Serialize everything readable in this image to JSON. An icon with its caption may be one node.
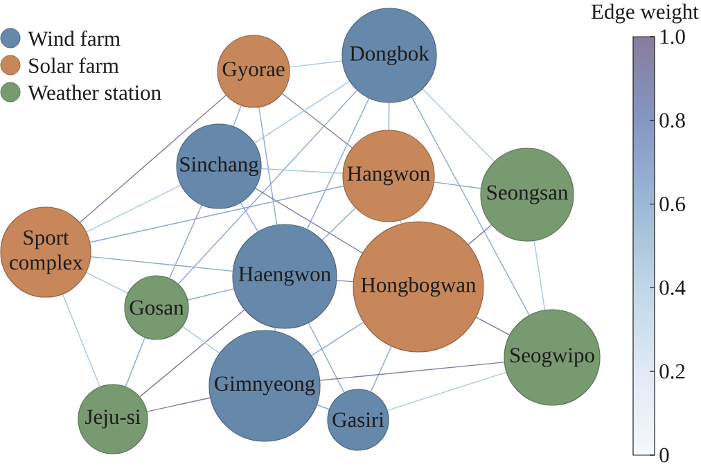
{
  "diagram": {
    "nodes": [
      {
        "text": [
          "Gyorae"
        ]
      },
      {
        "text": [
          "Dongbok"
        ]
      },
      {
        "text": [
          "Sinchang"
        ]
      },
      {
        "text": [
          "Hangwon"
        ]
      },
      {
        "text": [
          "Seongsan"
        ]
      },
      {
        "text": [
          "Sport complex"
        ]
      },
      {
        "text": [
          "Haengwon"
        ]
      },
      {
        "text": [
          "Hongbogwan"
        ]
      },
      {
        "text": [
          "Gosan"
        ]
      },
      {
        "text": [
          "Seogwipo"
        ]
      },
      {
        "text": [
          "Gimnyeong"
        ]
      },
      {
        "text": [
          "Gasiri"
        ]
      },
      {
        "text": [
          "Jeju-si"
        ]
      }
    ],
    "edges": [
      {
        "from": 0,
        "to": 1,
        "arrow": "none"
      },
      {
        "from": 0,
        "to": 2,
        "arrow": "none",
        "color": "#8ba6cf"
      },
      {
        "from": 0,
        "to": 3,
        "arrow": "none",
        "color": "#7f7aa5"
      },
      {
        "from": 0,
        "to": 5,
        "arrow": "none",
        "color": "#7f7aa5"
      },
      {
        "from": 0,
        "to": 6,
        "arrow": "none",
        "color": "#8ba6cf"
      },
      {
        "from": 1,
        "to": 2,
        "arrow": "none"
      },
      {
        "from": 1,
        "to": 3,
        "arrow": "none",
        "color": "#8ba6cf"
      },
      {
        "from": 1,
        "to": 4,
        "arrow": "none"
      },
      {
        "from": 1,
        "to": 6,
        "arrow": "none",
        "color": "#8ba6cf"
      },
      {
        "from": 1,
        "to": 8,
        "arrow": "none",
        "color": "#8ba6cf"
      },
      {
        "from": 1,
        "to": 9,
        "arrow": "none",
        "color": "#8ba6cf"
      },
      {
        "from": 2,
        "to": 3,
        "arrow": "none"
      },
      {
        "from": 2,
        "to": 5,
        "arrow": "none"
      },
      {
        "from": 2,
        "to": 6,
        "arrow": "none",
        "color": "#8ba6cf"
      },
      {
        "from": 2,
        "to": 7,
        "arrow": "none",
        "color": "#7f7aa5"
      },
      {
        "from": 2,
        "to": 8,
        "arrow": "none",
        "color": "#8ba6cf"
      },
      {
        "from": 3,
        "to": 4,
        "arrow": "none",
        "color": "#8ba6cf"
      },
      {
        "from": 3,
        "to": 5,
        "arrow": "none",
        "color": "#8ba6cf"
      },
      {
        "from": 3,
        "to": 6,
        "arrow": "none",
        "color": "#8ba6cf"
      },
      {
        "from": 3,
        "to": 7,
        "arrow": "none",
        "color": "#8ba6cf"
      },
      {
        "from": 4,
        "to": 7,
        "arrow": "none",
        "color": "#7f7aa5"
      },
      {
        "from": 4,
        "to": 9,
        "arrow": "none"
      },
      {
        "from": 5,
        "to": 6,
        "arrow": "none",
        "color": "#8ba6cf"
      },
      {
        "from": 5,
        "to": 8,
        "arrow": "none"
      },
      {
        "from": 5,
        "to": 12,
        "arrow": "none"
      },
      {
        "from": 6,
        "to": 7,
        "arrow": "none",
        "color": "#7f7aa5"
      },
      {
        "from": 6,
        "to": 8,
        "arrow": "none",
        "color": "#8ba6cf"
      },
      {
        "from": 6,
        "to": 10,
        "arrow": "none",
        "color": "#8ba6cf"
      },
      {
        "from": 6,
        "to": 11,
        "arrow": "none",
        "color": "#8ba6cf"
      },
      {
        "from": 6,
        "to": 12,
        "arrow": "none",
        "color": "#7f7aa5"
      },
      {
        "from": 7,
        "to": 9,
        "arrow": "none",
        "color": "#7f7aa5"
      },
      {
        "from": 7,
        "to": 10,
        "arrow": "none",
        "color": "#8ba6cf"
      },
      {
        "from": 7,
        "to": 11,
        "arrow": "none",
        "color": "#8ba6cf"
      },
      {
        "from": 8,
        "to": 10,
        "arrow": "none"
      },
      {
        "from": 8,
        "to": 12,
        "arrow": "none",
        "color": "#8ba6cf"
      },
      {
        "from": 9,
        "to": 10,
        "arrow": "none",
        "color": "#7f7aa5"
      },
      {
        "from": 9,
        "to": 11,
        "arrow": "none"
      },
      {
        "from": 10,
        "to": 11,
        "arrow": "none",
        "color": "#8ba6cf"
      },
      {
        "from": 10,
        "to": 12,
        "arrow": "none",
        "color": "#7f7aa5"
      }
    ],
    "labels": [
      "Edge weight",
      "1.0",
      "0.8",
      "0.6",
      "0.4",
      "0.2",
      "0"
    ],
    "legend": [
      {
        "text": "Wind farm",
        "color": "#6688aa"
      },
      {
        "text": "Solar farm",
        "color": "#c8875a"
      },
      {
        "text": "Weather station",
        "color": "#789a70"
      }
    ]
  }
}
